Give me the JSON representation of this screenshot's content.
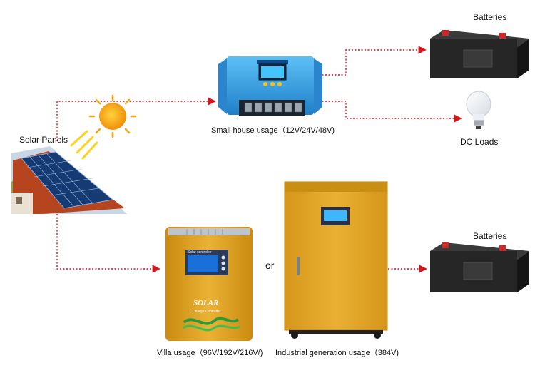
{
  "labels": {
    "solar_panels": "Solar Panels",
    "batteries_top": "Batteries",
    "dc_loads": "DC Loads",
    "small_house": "Small house usage（12V/24V/48V)",
    "batteries_bottom": "Batteries",
    "or": "or",
    "villa": "Villa usage（96V/192V/216V/)",
    "industrial": "Industrial generation usage（384V)"
  },
  "device_text": {
    "controller_brand": "SOLAR",
    "controller_sub": "Charge Controller",
    "controller_lcd_title": "Solar controller"
  },
  "colors": {
    "arrow": "#d8141b",
    "blue_controller": "#2d9be0",
    "gold_controller": "#d89a18",
    "cabinet": "#e2a51e",
    "battery": "#2a2a2a",
    "sun": "#f4a50f"
  }
}
